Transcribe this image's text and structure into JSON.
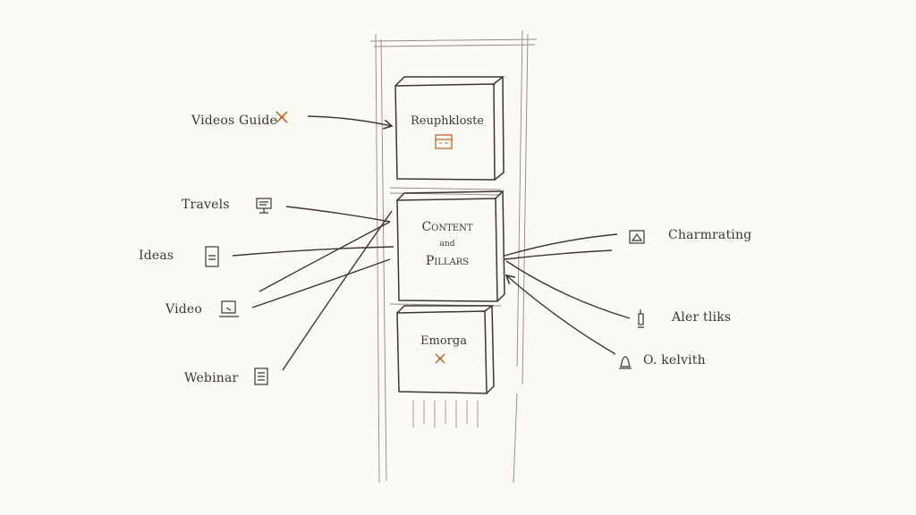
{
  "boxes": {
    "top": {
      "title": "Reuphkloste"
    },
    "middle": {
      "line1": "Content",
      "connector": "and",
      "line2": "Pillars"
    },
    "bottom": {
      "title": "Emorga"
    }
  },
  "left_labels": {
    "videos_guide": "Videos Guide",
    "travels": "Travels",
    "ideas": "Ideas",
    "video": "Video",
    "webinar": "Webinar"
  },
  "right_labels": {
    "charmrating": "Charmrating",
    "aler_tliks": "Aler tliks",
    "o_kelvith": "O. kelvith"
  },
  "colors": {
    "paper": "#fbfaf4",
    "ink": "#3a3733",
    "accent": "#c8652a"
  },
  "icons": {
    "videos_guide": "butterfly-icon",
    "travels": "monitor-icon",
    "ideas": "document-icon",
    "video": "laptop-icon",
    "webinar": "list-document-icon",
    "charmrating": "picture-frame-icon",
    "aler_tliks": "pin-icon",
    "o_kelvith": "lamp-icon",
    "top_box": "calendar-icon",
    "bottom_box": "butterfly-icon"
  }
}
